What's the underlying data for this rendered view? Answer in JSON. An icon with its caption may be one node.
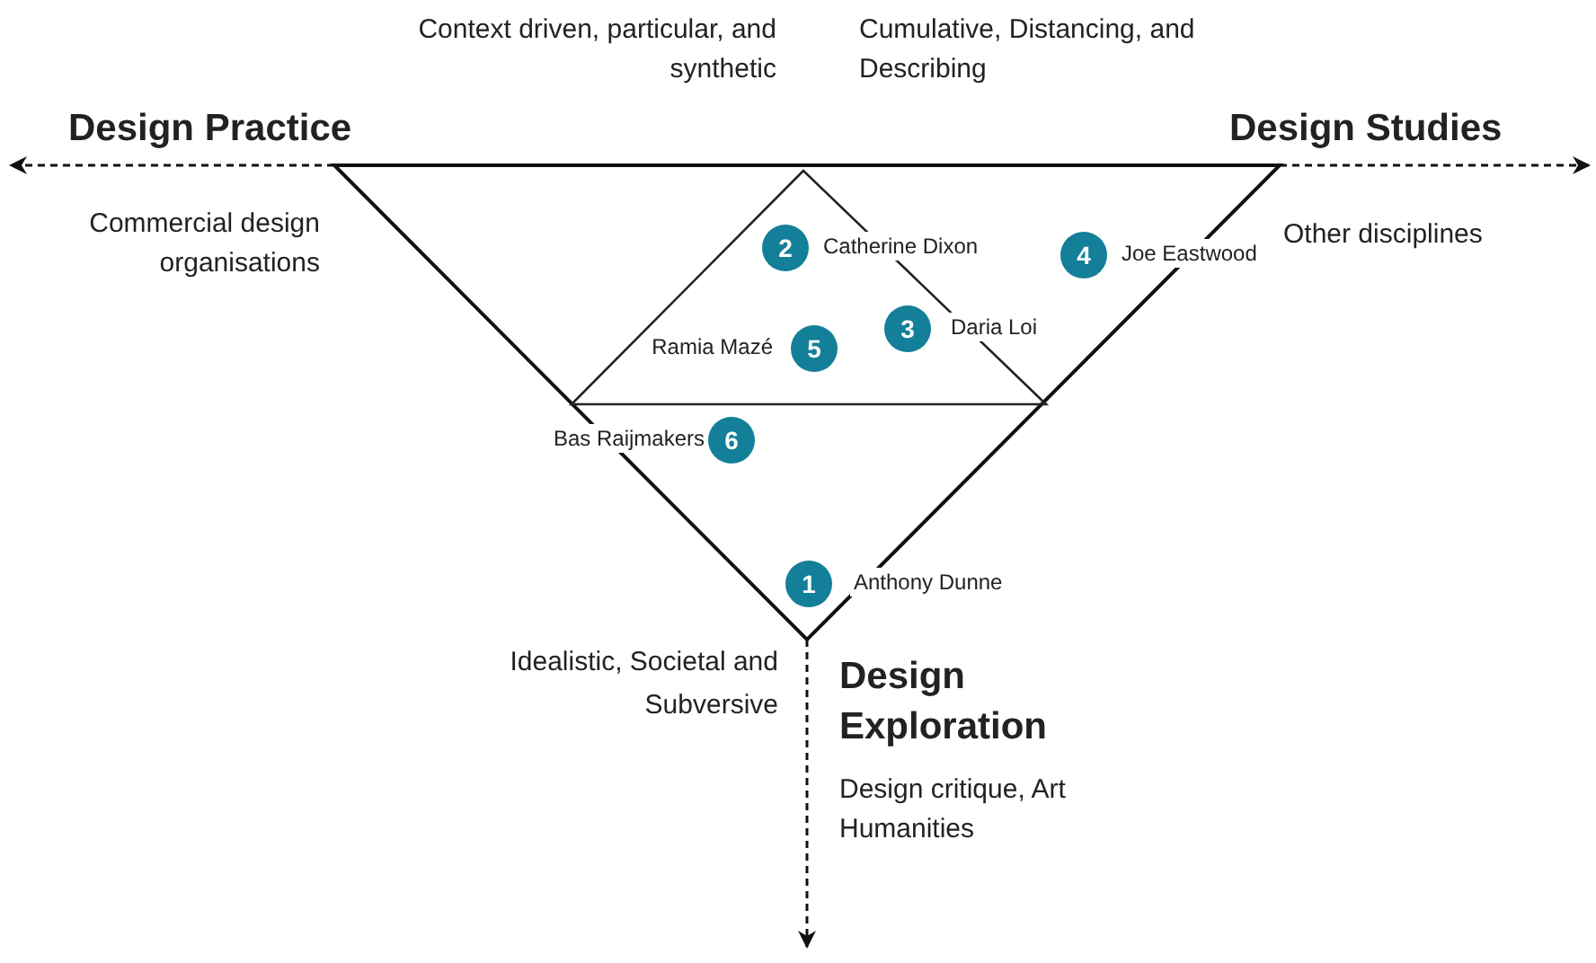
{
  "diagram": {
    "nodes": [
      {
        "text": [
          "2"
        ],
        "beside": [
          "Catherine Dixon"
        ]
      },
      {
        "text": [
          "4"
        ],
        "beside": [
          "Joe Eastwood"
        ]
      },
      {
        "text": [
          "3"
        ],
        "beside": [
          "Daria Loi"
        ]
      },
      {
        "text": [
          "5"
        ],
        "beside": [
          "Ramia Mazé"
        ]
      },
      {
        "text": [
          "6"
        ],
        "beside": [
          "Bas Raijmakers"
        ]
      },
      {
        "text": [
          "1"
        ],
        "beside": [
          "Anthony Dunne"
        ]
      }
    ],
    "labels": [
      "Context driven, particular, and synthetic",
      "Cumulative, Distancing, and Describing",
      "Design Practice",
      "Design Studies",
      "Commercial design organisations",
      "Other disciplines",
      "Idealistic, Societal and Subversive",
      "Design Exploration",
      "Design critique, Art Humanities"
    ]
  }
}
